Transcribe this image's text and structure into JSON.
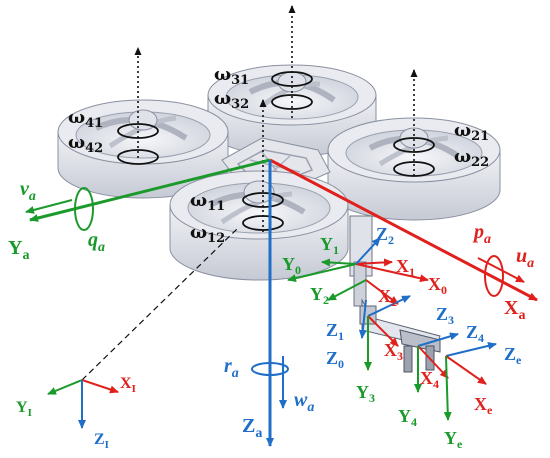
{
  "colors": {
    "red": "#e0201c",
    "green": "#1a9a2a",
    "blue": "#1f6fc8",
    "black": "#111111",
    "duct_fill": "#e6e8ee",
    "duct_shadow": "#b7bcc8",
    "duct_edge": "#8a90a0"
  },
  "rotors": {
    "r1": {
      "label_top": {
        "base": "ω",
        "sub": "11"
      },
      "label_bot": {
        "base": "ω",
        "sub": "12"
      }
    },
    "r2": {
      "label_top": {
        "base": "ω",
        "sub": "21"
      },
      "label_bot": {
        "base": "ω",
        "sub": "22"
      }
    },
    "r3": {
      "label_top": {
        "base": "ω",
        "sub": "31"
      },
      "label_bot": {
        "base": "ω",
        "sub": "32"
      }
    },
    "r4": {
      "label_top": {
        "base": "ω",
        "sub": "41"
      },
      "label_bot": {
        "base": "ω",
        "sub": "42"
      }
    }
  },
  "body_frame": {
    "va": {
      "base": "v",
      "sub": "a"
    },
    "qa": {
      "base": "q",
      "sub": "a"
    },
    "Ya": {
      "base": "Y",
      "sub": "a"
    },
    "pa": {
      "base": "p",
      "sub": "a"
    },
    "ua": {
      "base": "u",
      "sub": "a"
    },
    "Xa": {
      "base": "X",
      "sub": "a"
    },
    "ra": {
      "base": "r",
      "sub": "a"
    },
    "wa": {
      "base": "w",
      "sub": "a"
    },
    "Za": {
      "base": "Z",
      "sub": "a"
    }
  },
  "inertial_frame": {
    "XI": {
      "base": "X",
      "sub": "I"
    },
    "YI": {
      "base": "Y",
      "sub": "I"
    },
    "ZI": {
      "base": "Z",
      "sub": "I"
    }
  },
  "arm_frames": {
    "Z2": {
      "base": "Z",
      "sub": "2"
    },
    "Y1": {
      "base": "Y",
      "sub": "1"
    },
    "Y0": {
      "base": "Y",
      "sub": "0"
    },
    "X1": {
      "base": "X",
      "sub": "1"
    },
    "X0": {
      "base": "X",
      "sub": "0"
    },
    "Y2": {
      "base": "Y",
      "sub": "2"
    },
    "X2": {
      "base": "X",
      "sub": "2"
    },
    "Z3": {
      "base": "Z",
      "sub": "3"
    },
    "Z1": {
      "base": "Z",
      "sub": "1"
    },
    "X3": {
      "base": "X",
      "sub": "3"
    },
    "Z4": {
      "base": "Z",
      "sub": "4"
    },
    "Z0": {
      "base": "Z",
      "sub": "0"
    },
    "Ze": {
      "base": "Z",
      "sub": "e"
    },
    "X4": {
      "base": "X",
      "sub": "4"
    },
    "Y3": {
      "base": "Y",
      "sub": "3"
    },
    "Xe": {
      "base": "X",
      "sub": "e"
    },
    "Y4": {
      "base": "Y",
      "sub": "4"
    },
    "Ye": {
      "base": "Y",
      "sub": "e"
    }
  }
}
